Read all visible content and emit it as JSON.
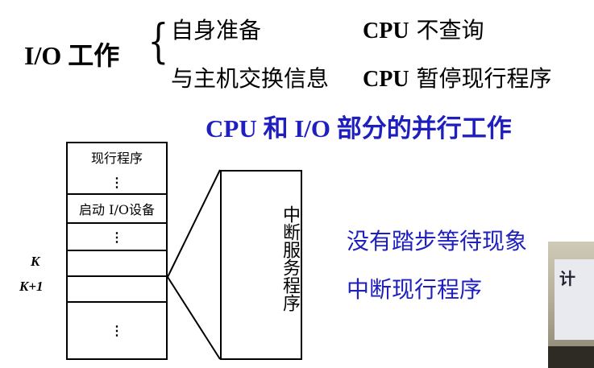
{
  "header": {
    "io_label": "I/O 工作",
    "row1_left": "自身准备",
    "row1_right_cpu": "CPU",
    "row1_right_rest": " 不查询",
    "row2_left": "与主机交换信息",
    "row2_right_cpu": "CPU",
    "row2_right_rest": " 暂停现行程序"
  },
  "subtitle": "CPU 和 I/O 部分的并行工作",
  "memory": {
    "cells": [
      "现行程序",
      "⋮",
      "启动 I/O设备",
      "⋮",
      "",
      "",
      "⋮"
    ],
    "k_label": "K",
    "k1_label": "K+1"
  },
  "service_routine": "中断服务程序",
  "notes": [
    "没有踏步等待现象",
    "中断现行程序"
  ],
  "photo_glyph": "计",
  "colors": {
    "accent_blue": "#1f1fbf",
    "text": "#000000",
    "background": "#ffffff"
  }
}
